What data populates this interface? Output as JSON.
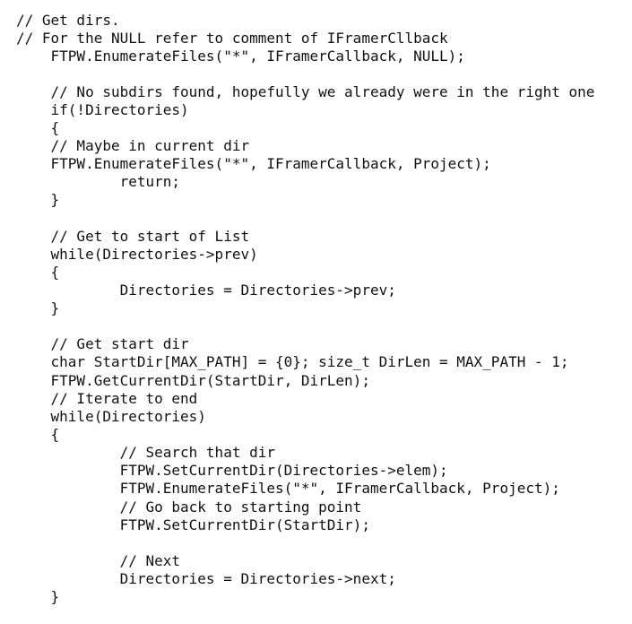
{
  "document": {
    "lines": [
      "// Get dirs.",
      "// For the NULL refer to comment of IFramerCllback",
      "    FTPW.EnumerateFiles(\"*\", IFramerCallback, NULL);",
      "",
      "    // No subdirs found, hopefully we already were in the right one",
      "    if(!Directories)",
      "    {",
      "    // Maybe in current dir",
      "    FTPW.EnumerateFiles(\"*\", IFramerCallback, Project);",
      "            return;",
      "    }",
      "",
      "    // Get to start of List",
      "    while(Directories->prev)",
      "    {",
      "            Directories = Directories->prev;",
      "    }",
      "",
      "    // Get start dir",
      "    char StartDir[MAX_PATH] = {0}; size_t DirLen = MAX_PATH - 1;",
      "    FTPW.GetCurrentDir(StartDir, DirLen);",
      "    // Iterate to end",
      "    while(Directories)",
      "    {",
      "            // Search that dir",
      "            FTPW.SetCurrentDir(Directories->elem);",
      "            FTPW.EnumerateFiles(\"*\", IFramerCallback, Project);",
      "            // Go back to starting point",
      "            FTPW.SetCurrentDir(StartDir);",
      "",
      "            // Next",
      "            Directories = Directories->next;",
      "    }"
    ]
  }
}
